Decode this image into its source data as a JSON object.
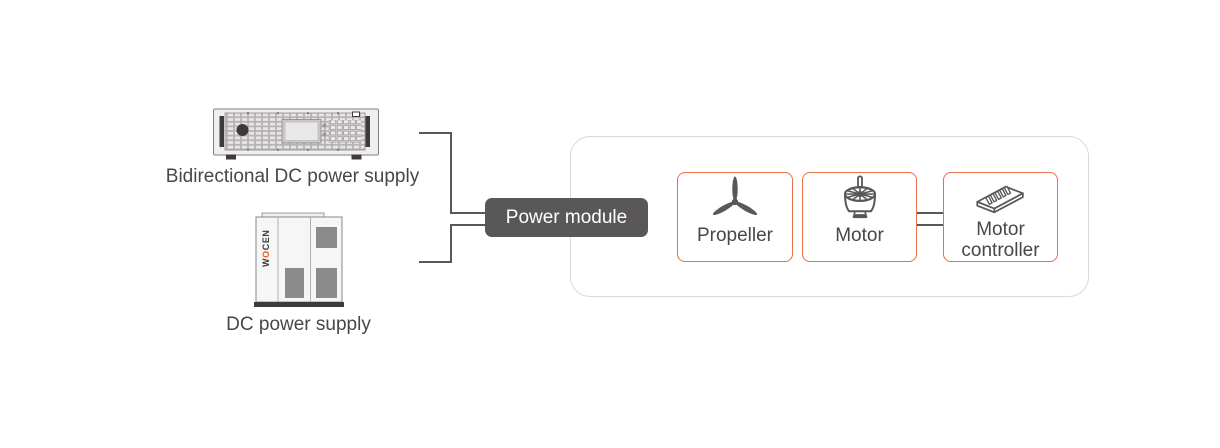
{
  "power_module": {
    "label": "Power module"
  },
  "sources": [
    {
      "id": "bidirectional-dc-power-supply",
      "label": "Bidirectional DC power supply",
      "icon": "rack-power-supply-icon"
    },
    {
      "id": "dc-power-supply",
      "label": "DC power supply",
      "icon": "cabinet-power-supply-icon",
      "brand_parts": [
        "W",
        "O",
        "CEN"
      ]
    }
  ],
  "modules": [
    {
      "id": "propeller",
      "label": "Propeller",
      "icon": "propeller-icon"
    },
    {
      "id": "motor",
      "label": "Motor",
      "icon": "motor-icon"
    },
    {
      "id": "motor-controller",
      "label": "Motor controller",
      "icon": "motor-controller-icon"
    }
  ],
  "colors": {
    "accent_orange": "#e66e48",
    "brand_orange": "#e8571c",
    "connector_gray": "#595757",
    "power_module_bg": "#595757",
    "container_border": "#d9d9d9",
    "text": "#4a4645"
  }
}
